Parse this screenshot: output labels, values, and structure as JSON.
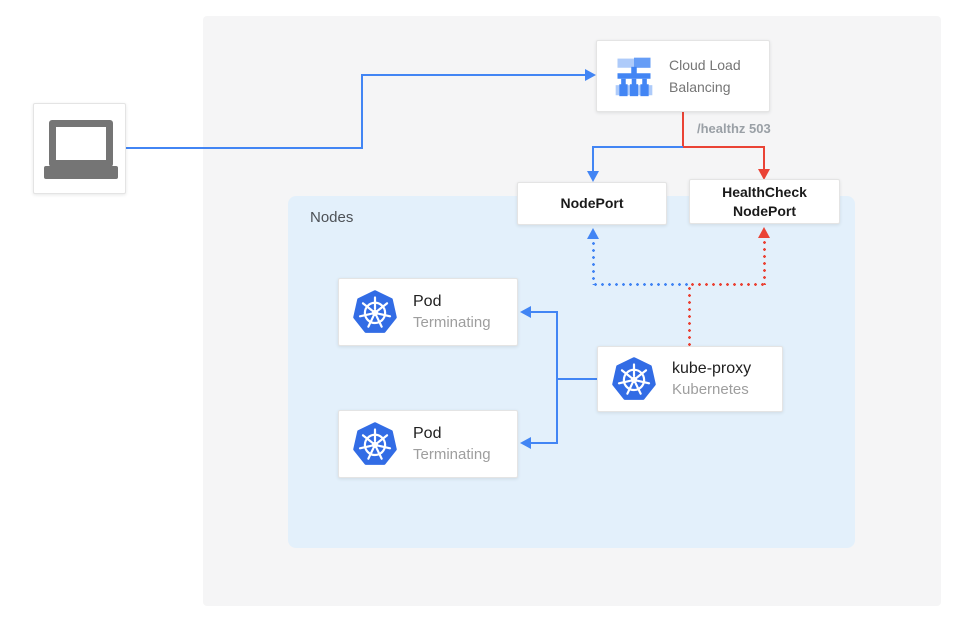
{
  "colors": {
    "blue": "#4285f4",
    "red": "#ea4335",
    "k8s-blue": "#326ce5",
    "panel-gray": "#f5f5f6",
    "panel-blue": "#e3f0fb",
    "icon-blue-light": "#aecbfa",
    "icon-blue-medium": "#669df6",
    "laptop-gray": "#757575"
  },
  "nodes_panel": {
    "label": "Nodes"
  },
  "load_balancer": {
    "label": "Cloud Load Balancing",
    "icon": "cloud-load-balancing-icon"
  },
  "edge_labels": {
    "healthz": "/healthz 503"
  },
  "nodeport": {
    "label": "NodePort"
  },
  "healthcheck_nodeport": {
    "label": "HealthCheck NodePort"
  },
  "pods": [
    {
      "title": "Pod",
      "status": "Terminating",
      "icon": "kubernetes-icon"
    },
    {
      "title": "Pod",
      "status": "Terminating",
      "icon": "kubernetes-icon"
    }
  ],
  "kube_proxy": {
    "title": "kube-proxy",
    "subtitle": "Kubernetes",
    "icon": "kubernetes-icon"
  }
}
